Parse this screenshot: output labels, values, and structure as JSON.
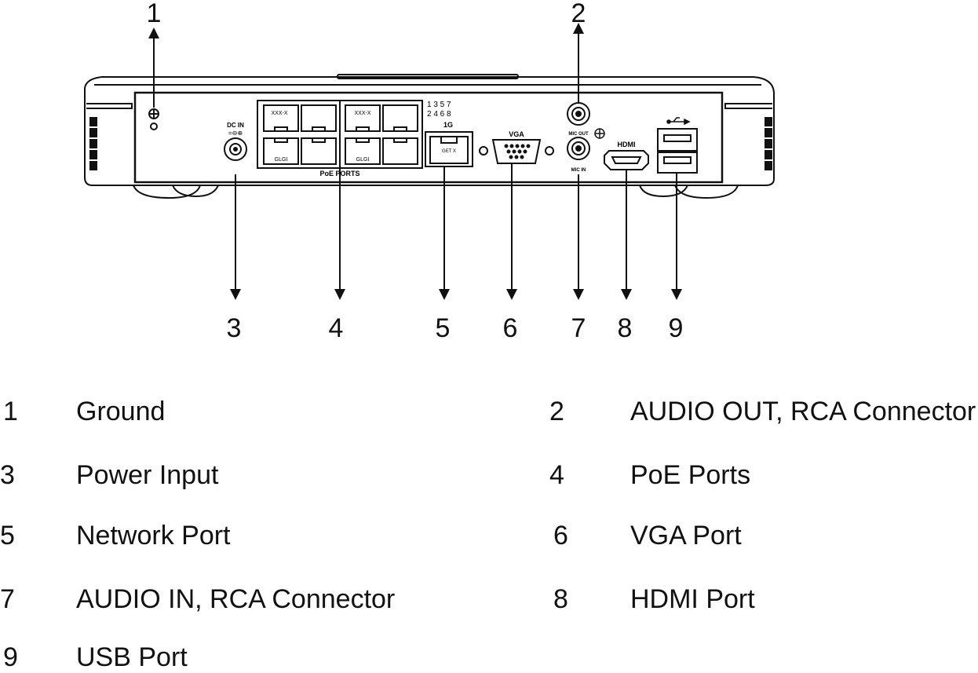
{
  "device_labels": {
    "dc_in": "DC IN",
    "dc_symbol": "=⊖⊕",
    "poe_ports": "PoE PORTS",
    "vga": "VGA",
    "mic_out": "MIC OUT",
    "mic_in": "MIC IN",
    "hdmi": "HDMI",
    "port_top_left": "XXX-X",
    "port_top_right": "XXX-X",
    "port_bot_left": "GLGI",
    "port_bot_right": "GLGI",
    "port_map_top": "1 3 5 7",
    "port_map_bottom": "2 4 6 8",
    "net_label": "1G",
    "net_port_text": "GET X"
  },
  "callouts": [
    "1",
    "2",
    "3",
    "4",
    "5",
    "6",
    "7",
    "8",
    "9"
  ],
  "legend": [
    {
      "num": "1",
      "text": "Ground"
    },
    {
      "num": "2",
      "text": "AUDIO OUT, RCA Connector"
    },
    {
      "num": "3",
      "text": "Power Input"
    },
    {
      "num": "4",
      "text": "PoE Ports"
    },
    {
      "num": "5",
      "text": "Network Port"
    },
    {
      "num": "6",
      "text": "VGA Port"
    },
    {
      "num": "7",
      "text": "AUDIO IN, RCA Connector"
    },
    {
      "num": "8",
      "text": "HDMI Port"
    },
    {
      "num": "9",
      "text": "USB Port"
    }
  ],
  "colors": {
    "line": "#111111",
    "background": "#ffffff"
  }
}
